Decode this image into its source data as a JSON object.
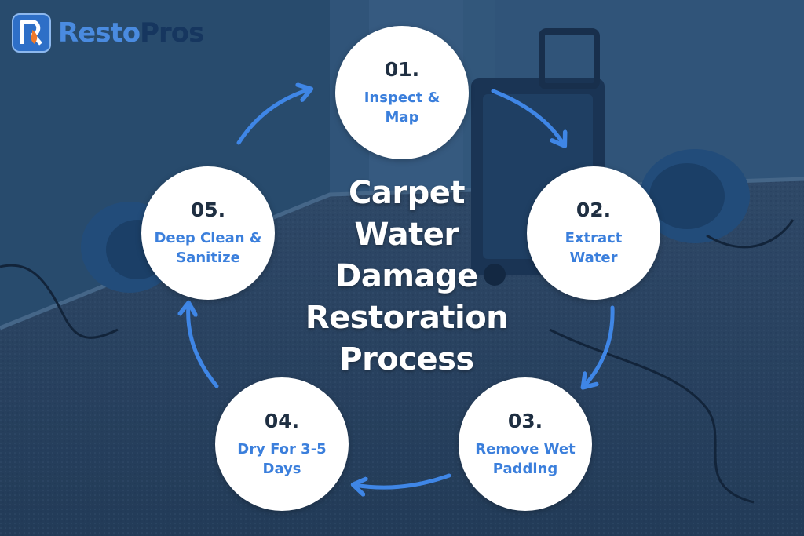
{
  "brand": {
    "name_part1": "Resto",
    "name_part2": "Pros",
    "accent_color": "#4a8be0",
    "dark_color": "#16365f"
  },
  "title_lines": [
    "Carpet",
    "Water",
    "Damage",
    "Restoration",
    "Process"
  ],
  "steps": [
    {
      "number": "01.",
      "label": "Inspect & Map"
    },
    {
      "number": "02.",
      "label": "Extract Water"
    },
    {
      "number": "03.",
      "label": "Remove Wet Padding"
    },
    {
      "number": "04.",
      "label": "Dry For 3-5 Days"
    },
    {
      "number": "05.",
      "label": "Deep Clean & Sanitize"
    }
  ],
  "colors": {
    "background_overlay": "#1b3a5c",
    "circle_fill": "#ffffff",
    "number_text": "#1f2f42",
    "label_text": "#3b7fdc",
    "arrow": "#3f86e6"
  }
}
